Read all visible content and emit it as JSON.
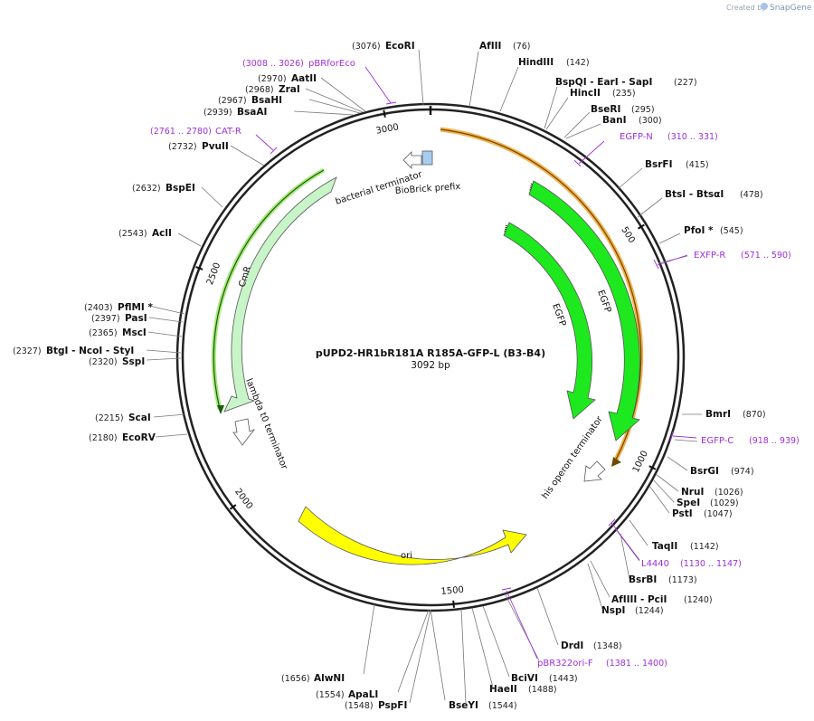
{
  "branding": {
    "created_by": "Created by",
    "app": "SnapGene"
  },
  "plasmid": {
    "name": "pUPD2-HR1bR181A R185A-GFP-L (B3-B4)",
    "size_label": "3092 bp",
    "length": 3092
  },
  "ticks": [
    "500",
    "1000",
    "1500",
    "2000",
    "2500",
    "3000"
  ],
  "enzymes": [
    {
      "name": "EcoRI",
      "pos": "(3076)",
      "side": "left"
    },
    {
      "name": "AfIII",
      "pos": "(76)",
      "side": "right"
    },
    {
      "name": "HindIII",
      "pos": "(142)",
      "side": "right"
    },
    {
      "name": "BspQI  - EarI  - SapI",
      "pos": "(227)",
      "side": "right"
    },
    {
      "name": "HincII",
      "pos": "(235)",
      "side": "right"
    },
    {
      "name": "BseRI",
      "pos": "(295)",
      "side": "right"
    },
    {
      "name": "BanI",
      "pos": "(300)",
      "side": "right"
    },
    {
      "name": "BsrFI",
      "pos": "(415)",
      "side": "right"
    },
    {
      "name": "BtsI  - BtsαI",
      "pos": "(478)",
      "side": "right"
    },
    {
      "name": "PfoI *",
      "pos": "(545)",
      "side": "right"
    },
    {
      "name": "BmrI",
      "pos": "(870)",
      "side": "right"
    },
    {
      "name": "BsrGI",
      "pos": "(974)",
      "side": "right"
    },
    {
      "name": "NruI",
      "pos": "(1026)",
      "side": "right"
    },
    {
      "name": "SpeI",
      "pos": "(1029)",
      "side": "right"
    },
    {
      "name": "PstI",
      "pos": "(1047)",
      "side": "right"
    },
    {
      "name": "TaqII",
      "pos": "(1142)",
      "side": "right"
    },
    {
      "name": "BsrBI",
      "pos": "(1173)",
      "side": "right"
    },
    {
      "name": "AfIIII  - PciI",
      "pos": "(1240)",
      "side": "right"
    },
    {
      "name": "NspI",
      "pos": "(1244)",
      "side": "right"
    },
    {
      "name": "DrdI",
      "pos": "(1348)",
      "side": "right"
    },
    {
      "name": "BciVI",
      "pos": "(1443)",
      "side": "right"
    },
    {
      "name": "HaeII",
      "pos": "(1488)",
      "side": "right"
    },
    {
      "name": "BseYI",
      "pos": "(1544)",
      "side": "right"
    },
    {
      "name": "PspFI",
      "pos": "(1548)",
      "side": "left"
    },
    {
      "name": "ApaLI",
      "pos": "(1554)",
      "side": "left"
    },
    {
      "name": "AlwNI",
      "pos": "(1656)",
      "side": "left"
    },
    {
      "name": "EcoRV",
      "pos": "(2180)",
      "side": "left"
    },
    {
      "name": "ScaI",
      "pos": "(2215)",
      "side": "left"
    },
    {
      "name": "SspI",
      "pos": "(2320)",
      "side": "left"
    },
    {
      "name": "BtgI  - NcoI  - StyI",
      "pos": "(2327)",
      "side": "left"
    },
    {
      "name": "MscI",
      "pos": "(2365)",
      "side": "left"
    },
    {
      "name": "PasI",
      "pos": "(2397)",
      "side": "left"
    },
    {
      "name": "PflMI *",
      "pos": "(2403)",
      "side": "left"
    },
    {
      "name": "AclI",
      "pos": "(2543)",
      "side": "left"
    },
    {
      "name": "BspEI",
      "pos": "(2632)",
      "side": "left"
    },
    {
      "name": "PvuII",
      "pos": "(2732)",
      "side": "left"
    },
    {
      "name": "BsaAI",
      "pos": "(2939)",
      "side": "left"
    },
    {
      "name": "BsaHI",
      "pos": "(2967)",
      "side": "left"
    },
    {
      "name": "ZraI",
      "pos": "(2968)",
      "side": "left"
    },
    {
      "name": "AatII",
      "pos": "(2970)",
      "side": "left"
    }
  ],
  "primers": [
    {
      "name": "pBRforEco",
      "range": "(3008 .. 3026)"
    },
    {
      "name": "CAT-R",
      "range": "(2761 .. 2780)"
    },
    {
      "name": "EGFP-N",
      "range": "(310 .. 331)"
    },
    {
      "name": "EXFP-R",
      "range": "(571 .. 590)"
    },
    {
      "name": "EGFP-C",
      "range": "(918 .. 939)"
    },
    {
      "name": "L4440",
      "range": "(1130 .. 1147)"
    },
    {
      "name": "pBR322ori-F",
      "range": "(1381 .. 1400)"
    }
  ],
  "features": {
    "biobrick_prefix": "BioBrick prefix",
    "bacterial_terminator": "bacterial terminator",
    "cmr": "CmR",
    "lambda_terminator": "lambda t0 terminator",
    "egfp_outer": "EGFP",
    "egfp_inner": "EGFP",
    "his_terminator": "his operon terminator",
    "ori": "ori"
  },
  "colors": {
    "egfp": "#1ee81e",
    "cmr": "#c8f5c8",
    "ori": "#ffff00",
    "orange_band": "#f5b04c",
    "primer": "#9b30d9",
    "biobrick": "#a8cdf0"
  }
}
